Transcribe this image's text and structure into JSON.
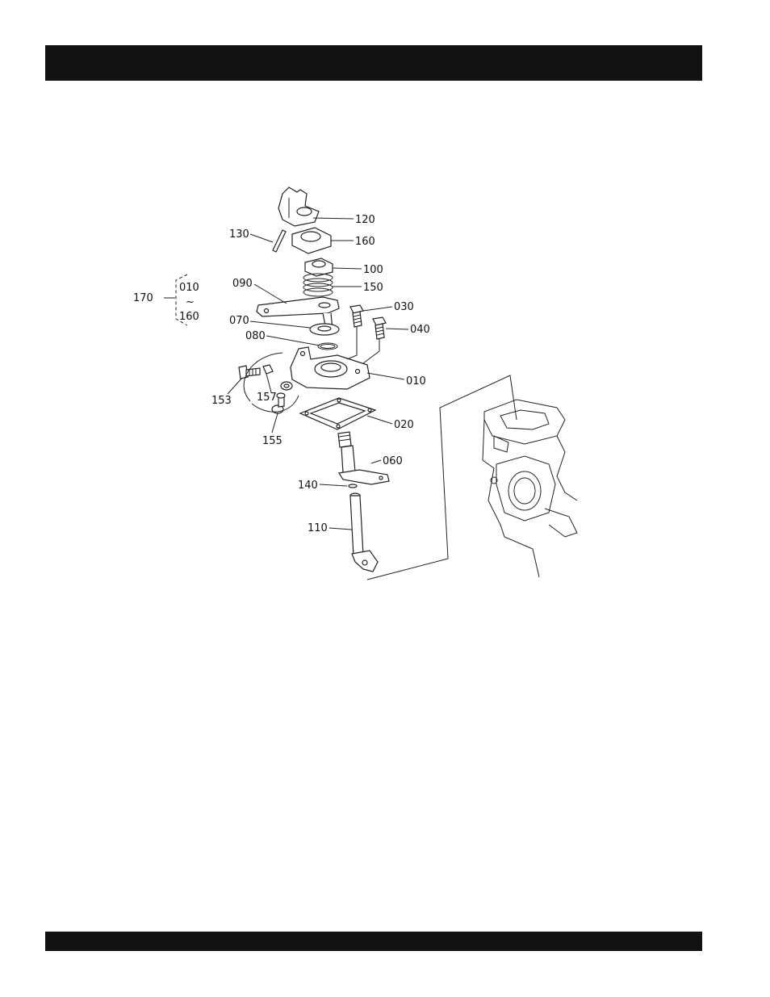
{
  "header": {
    "title": ""
  },
  "footer": {
    "text": ""
  },
  "diagram": {
    "labels": [
      {
        "id": "lbl-120",
        "text": "120"
      },
      {
        "id": "lbl-130",
        "text": "130"
      },
      {
        "id": "lbl-160",
        "text": "160"
      },
      {
        "id": "lbl-100",
        "text": "100"
      },
      {
        "id": "lbl-090",
        "text": "090"
      },
      {
        "id": "lbl-150",
        "text": "150"
      },
      {
        "id": "lbl-030",
        "text": "030"
      },
      {
        "id": "lbl-070",
        "text": "070"
      },
      {
        "id": "lbl-040",
        "text": "040"
      },
      {
        "id": "lbl-080",
        "text": "080"
      },
      {
        "id": "lbl-010",
        "text": "010"
      },
      {
        "id": "lbl-153",
        "text": "153"
      },
      {
        "id": "lbl-157",
        "text": "157"
      },
      {
        "id": "lbl-020",
        "text": "020"
      },
      {
        "id": "lbl-155",
        "text": "155"
      },
      {
        "id": "lbl-060",
        "text": "060"
      },
      {
        "id": "lbl-140",
        "text": "140"
      },
      {
        "id": "lbl-110",
        "text": "110"
      }
    ],
    "assembly_group": {
      "number": "170",
      "range_start": "010",
      "range_sep": "~",
      "range_end": "160"
    }
  }
}
